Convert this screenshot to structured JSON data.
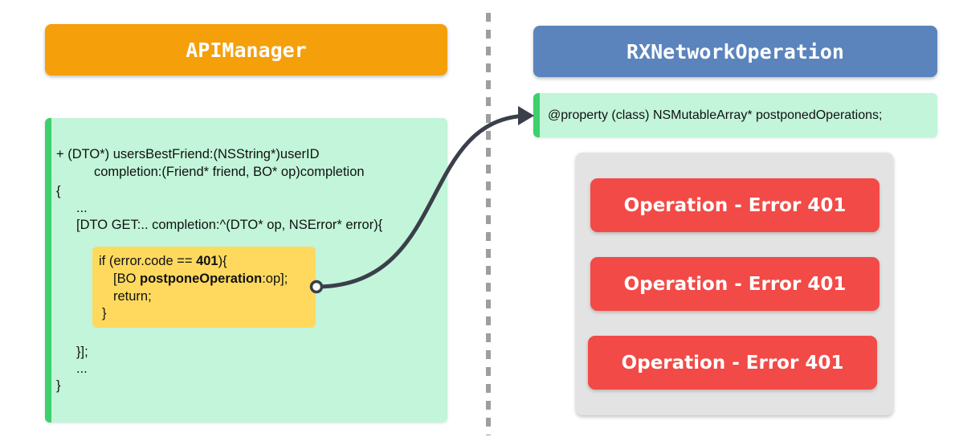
{
  "left_header": "APIManager",
  "right_header": "RXNetworkOperation",
  "code": {
    "line1": "+ (DTO*) usersBestFriend:(NSString*)userID",
    "line2": "completion:(Friend* friend, BO* op)completion",
    "line3": "{",
    "line4": "...",
    "line5": "[DTO GET:.. completion:^(DTO* op, NSError* error){",
    "if_prefix": "if (error.code == ",
    "if_number": "401",
    "if_suffix": "){",
    "bo_prefix": "[BO ",
    "bo_method": "postponeOperation",
    "bo_suffix": ":op];",
    "return_line": "return;",
    "if_close": "}",
    "close_block": "}];",
    "dots2": "...",
    "close_brace": "}"
  },
  "property_text": "@property (class) NSMutableArray* postponedOperations;",
  "operations": [
    "Operation - Error 401",
    "Operation - Error 401",
    "Operation - Error 401"
  ],
  "colors": {
    "left_header": "#f59f0b",
    "right_header": "#5b84bd",
    "code_bg": "#c2f5d9",
    "accent_green": "#3dd06b",
    "highlight": "#ffd95e",
    "operation_red": "#f24a47",
    "arrow": "#3a3f4a"
  }
}
